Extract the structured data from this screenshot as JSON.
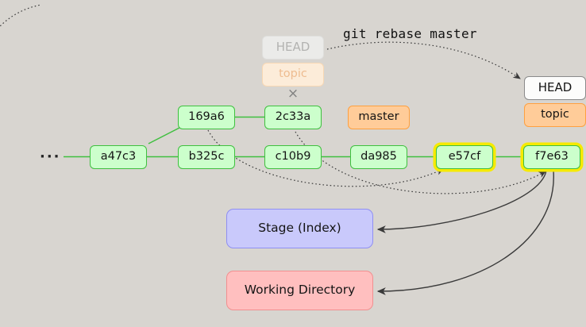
{
  "command": "git rebase master",
  "ellipsis": "···",
  "commits": [
    {
      "id": "a47c3"
    },
    {
      "id": "b325c"
    },
    {
      "id": "c10b9"
    },
    {
      "id": "da985"
    },
    {
      "id": "e57cf",
      "highlighted": true
    },
    {
      "id": "f7e63",
      "highlighted": true
    },
    {
      "id": "169a6"
    },
    {
      "id": "2c33a"
    }
  ],
  "refs": {
    "old_head": "HEAD",
    "old_topic": "topic",
    "deleted_mark": "×",
    "master": "master",
    "new_head": "HEAD",
    "new_topic": "topic"
  },
  "areas": {
    "stage": "Stage (Index)",
    "working": "Working Directory"
  },
  "colors": {
    "background": "#d8d5d0",
    "commit_fill": "#ccffcc",
    "commit_border": "#3fbf3f",
    "ref_fill": "#ffcc99",
    "ref_border": "#ffa040",
    "highlight": "#f6ea00",
    "stage_fill": "#c9c9fb",
    "stage_border": "#8f8ff2",
    "working_fill": "#ffbfbf",
    "working_border": "#f28f8f"
  }
}
